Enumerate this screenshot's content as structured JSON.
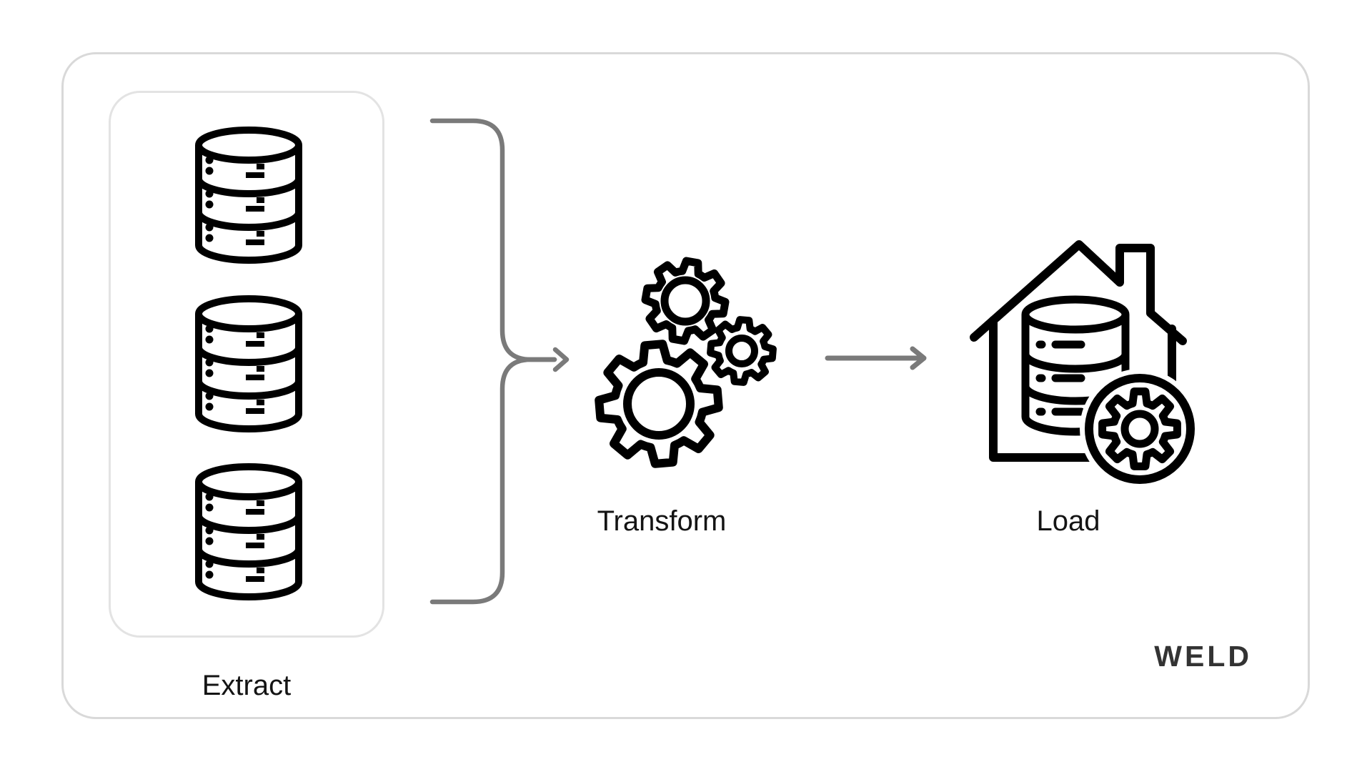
{
  "colors": {
    "background": "#ffffff",
    "frame-border": "#d9d9d9",
    "sources-border": "#e3e3e3",
    "icon-stroke": "#000000",
    "connector": "#7a7a7a",
    "label": "#141414",
    "brand": "#333333"
  },
  "stages": {
    "extract": {
      "label": "Extract",
      "icon": "database-stack-icon",
      "source_count": 3
    },
    "transform": {
      "label": "Transform",
      "icon": "gears-icon"
    },
    "load": {
      "label": "Load",
      "icon": "warehouse-gear-icon"
    }
  },
  "connectors": {
    "merge_brace": "brace-merge-arrow",
    "flow_arrow": "right-arrow"
  },
  "brand": {
    "name": "WELD"
  }
}
